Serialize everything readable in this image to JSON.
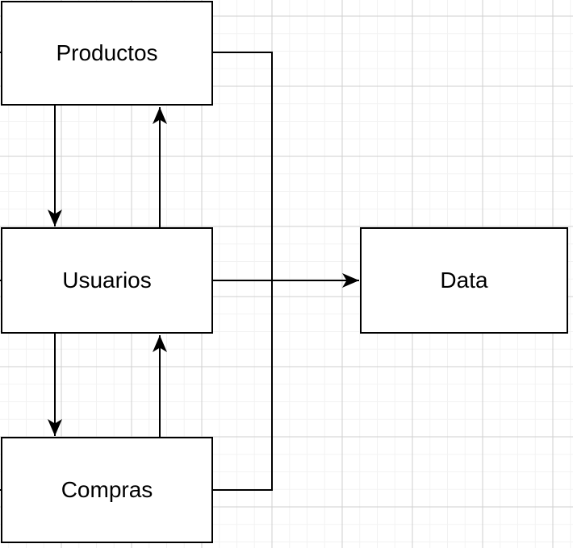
{
  "nodes": {
    "productos": {
      "label": "Productos"
    },
    "usuarios": {
      "label": "Usuarios"
    },
    "compras": {
      "label": "Compras"
    },
    "data": {
      "label": "Data"
    }
  },
  "edges": [
    {
      "from": "productos",
      "to": "usuarios",
      "style": "arrow",
      "direction": "down"
    },
    {
      "from": "usuarios",
      "to": "productos",
      "style": "arrow",
      "direction": "up"
    },
    {
      "from": "usuarios",
      "to": "compras",
      "style": "arrow",
      "direction": "down"
    },
    {
      "from": "compras",
      "to": "usuarios",
      "style": "arrow",
      "direction": "up"
    },
    {
      "from": "usuarios",
      "to": "data",
      "style": "arrow",
      "direction": "right"
    },
    {
      "from": "productos",
      "to": "compras",
      "style": "line",
      "route": "orthogonal-right-side"
    }
  ],
  "colors": {
    "canvas_bg": "#ffffff",
    "grid_minor": "#f2f2f2",
    "grid_major": "#cfcfcf",
    "node_fill": "#ffffff",
    "node_stroke": "#000000",
    "edge_stroke": "#000000",
    "label_text": "#000000"
  }
}
